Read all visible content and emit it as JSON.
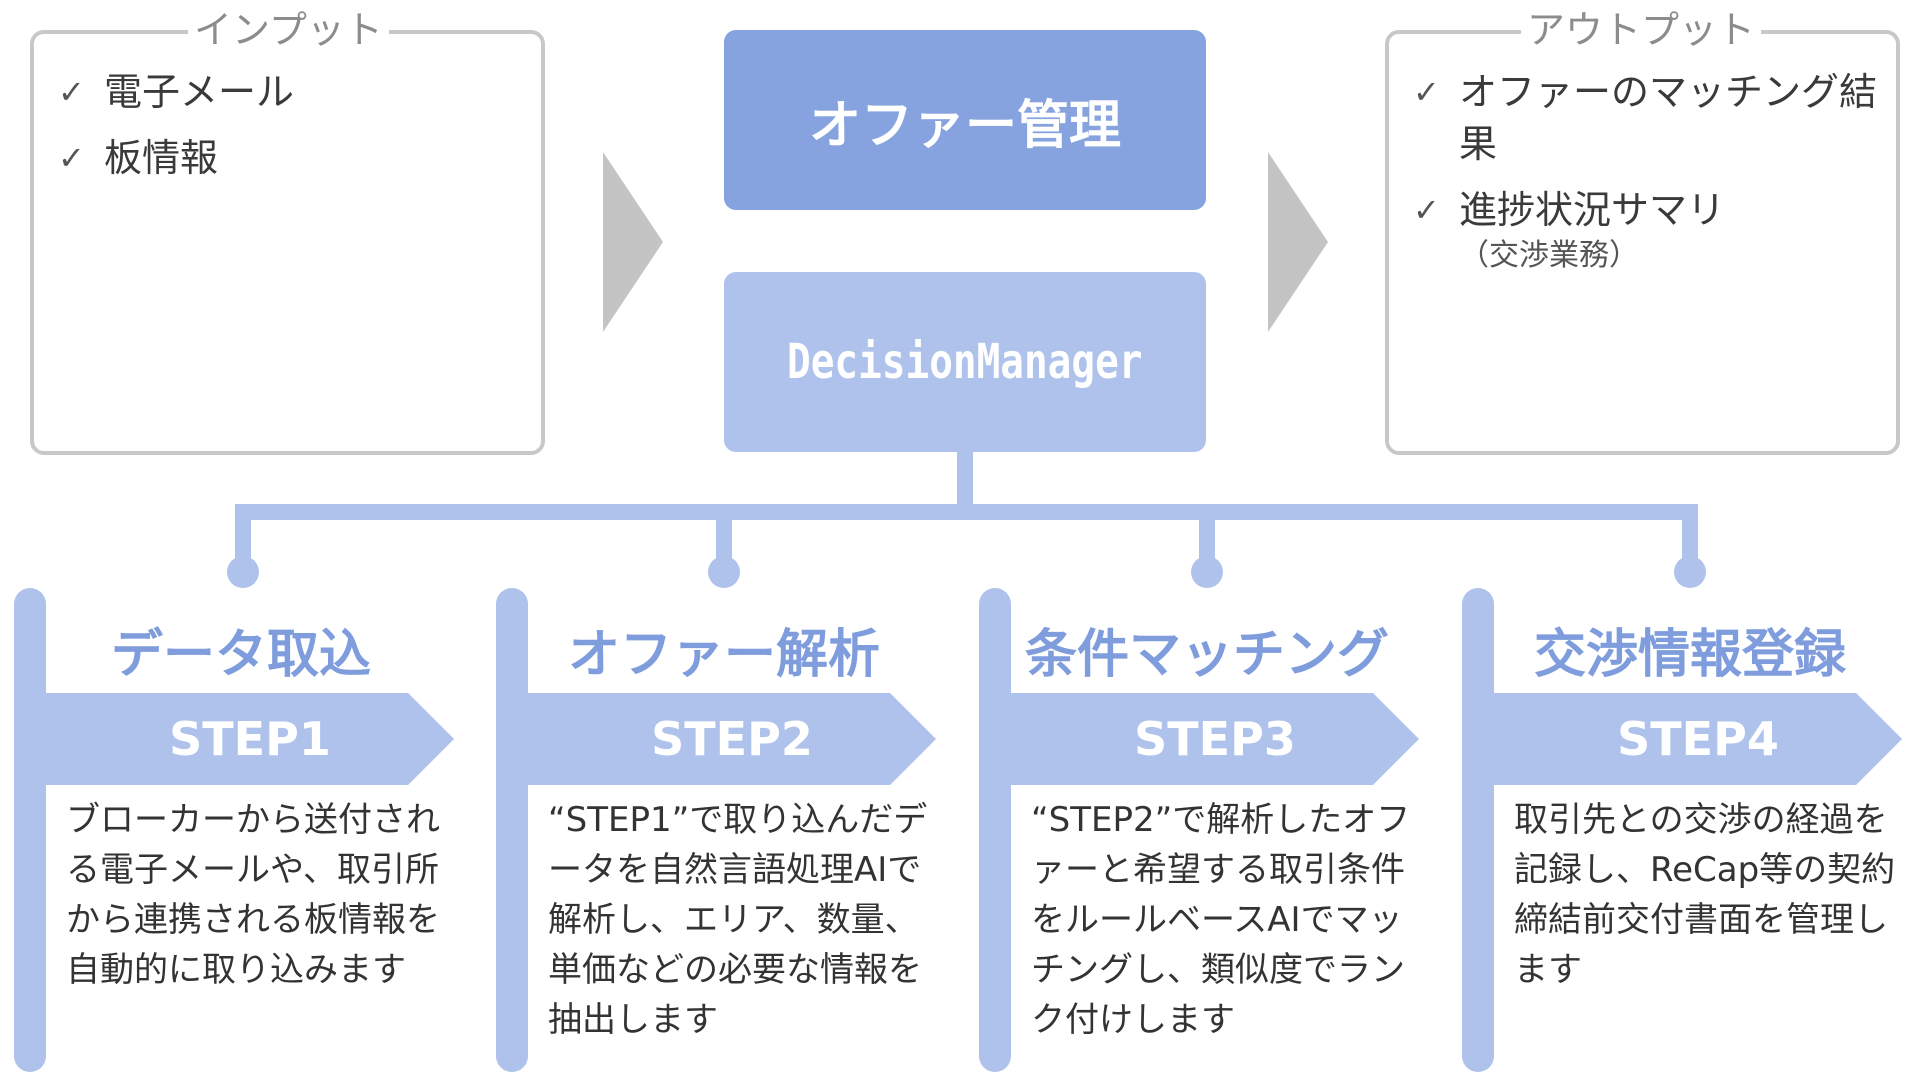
{
  "input": {
    "title": "インプット",
    "items": [
      {
        "text": "電子メール"
      },
      {
        "text": "板情報"
      }
    ]
  },
  "output": {
    "title": "アウトプット",
    "items": [
      {
        "text": "オファーのマッチング結果",
        "sub": ""
      },
      {
        "text": "進捗状況サマリ",
        "sub": "（交渉業務）"
      }
    ]
  },
  "check_mark": "✓",
  "center": {
    "title": "オファー管理",
    "product": "DecisionManager"
  },
  "steps": [
    {
      "title": "データ取込",
      "label": "STEP1",
      "desc": "ブローカーから送付される電子メールや、取引所から連携される板情報を自動的に取り込みます"
    },
    {
      "title": "オファー解析",
      "label": "STEP2",
      "desc": "“STEP1”で取り込んだデータを自然言語処理AIで解析し、エリア、数量、単価などの必要な情報を抽出します"
    },
    {
      "title": "条件マッチング",
      "label": "STEP3",
      "desc": "“STEP2”で解析したオファーと希望する取引条件をルールベースAIでマッチングし、類似度でランク付けします"
    },
    {
      "title": "交渉情報登録",
      "label": "STEP4",
      "desc": "取引先との交渉の経過を記録し、ReCap等の契約締結前交付書面を管理します"
    }
  ],
  "colors": {
    "main_box": "#86a3e0",
    "light_blue": "#aec2ec",
    "step_title": "#7f9ddd",
    "gray_border": "#c8c8c8",
    "gray_arrow": "#c4c4c4"
  }
}
